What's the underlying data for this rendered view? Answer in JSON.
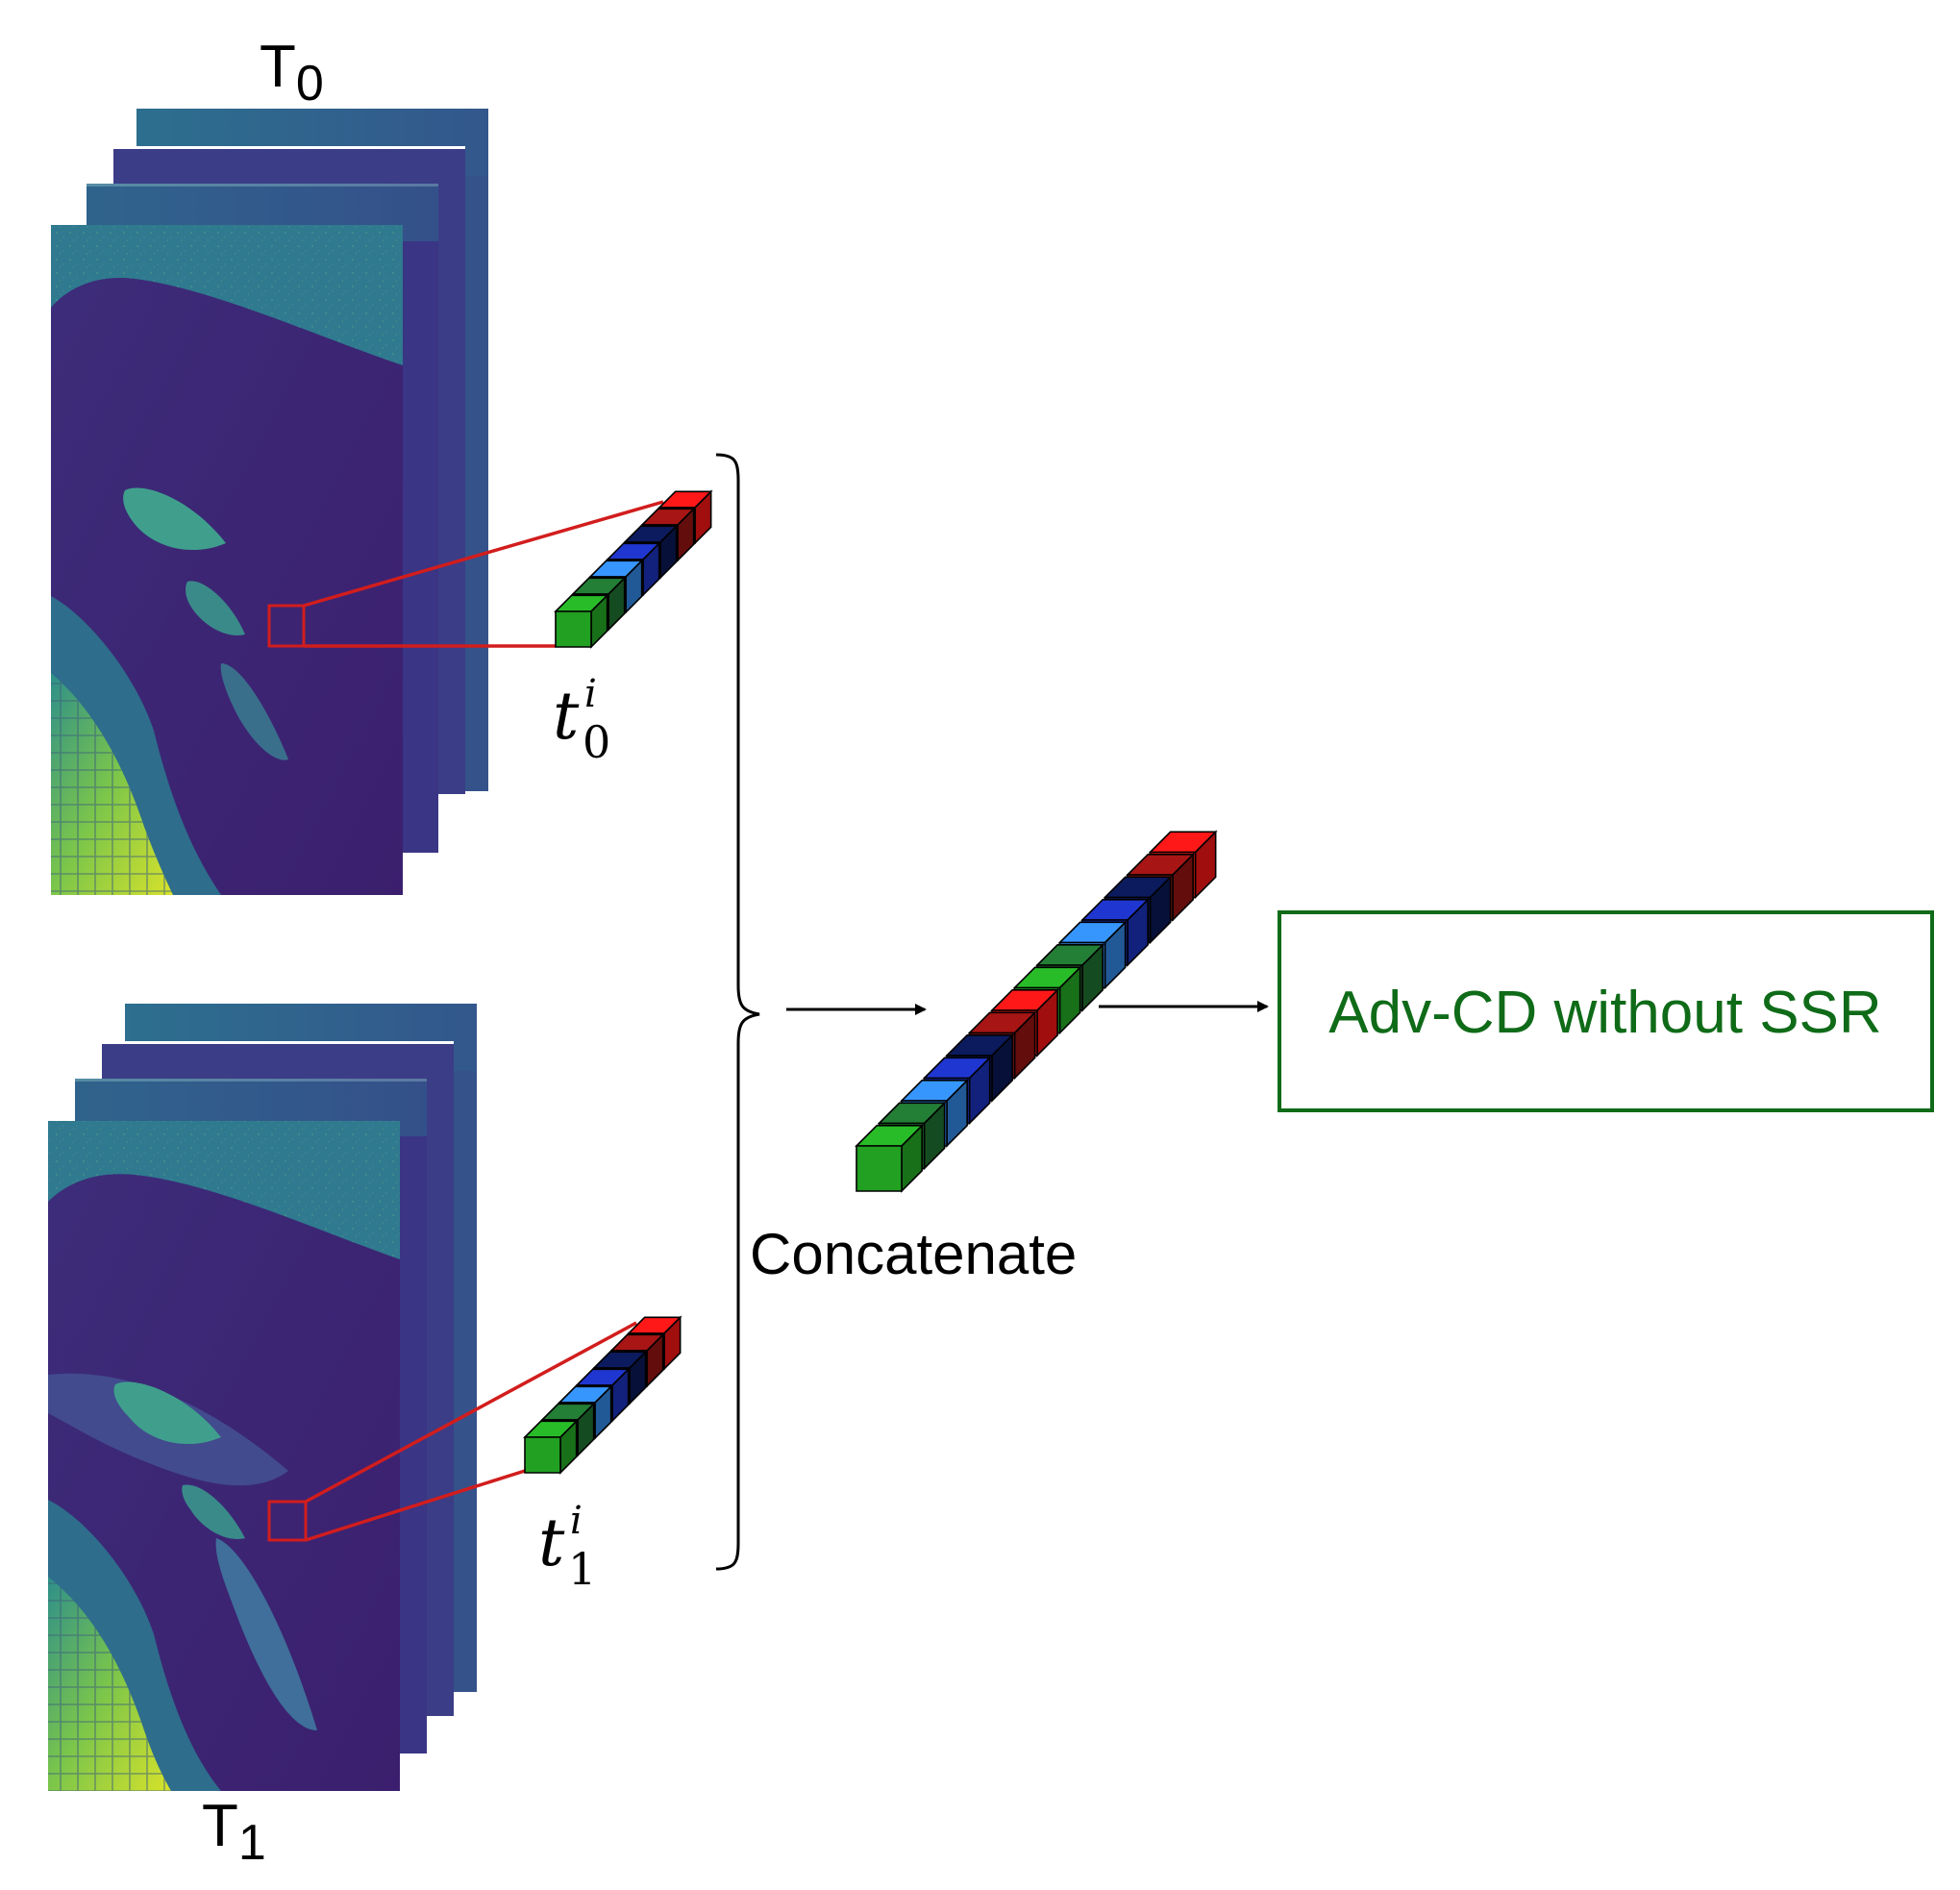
{
  "labels": {
    "t0_top_main": "T",
    "t0_top_sub": "0",
    "t1_bottom_main": "T",
    "t1_bottom_sub": "1",
    "t0_vec_main": "t",
    "t0_vec_sup": "i",
    "t0_vec_sub": "0",
    "t1_vec_main": "t",
    "t1_vec_sup": "i",
    "t1_vec_sub": "1",
    "concat": "Concatenate",
    "output_box": "Adv-CD without SSR"
  },
  "colors": {
    "highlight_red": "#d21d1d",
    "output_green": "#0f6b18",
    "arrow_black": "#000000",
    "cube_green": "#22a022",
    "cube_darkgreen": "#1e6b2e",
    "cube_lightblue": "#2f7fd6",
    "cube_blue": "#1a2fb0",
    "cube_navy": "#0a1750",
    "cube_darkred": "#8e1212",
    "cube_red": "#e41414"
  },
  "icons": {
    "brace": "right-curly-brace-icon",
    "arrow": "right-arrow-icon"
  }
}
